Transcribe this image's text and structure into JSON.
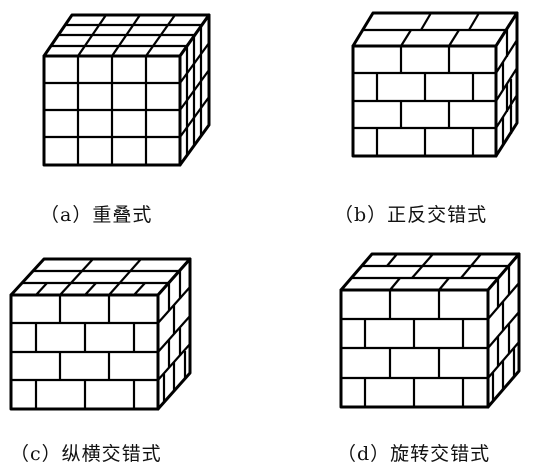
{
  "figures": [
    {
      "id": "a",
      "caption": "（a）重叠式",
      "pattern": "stacked"
    },
    {
      "id": "b",
      "caption": "（b）正反交错式",
      "pattern": "forward-reverse-staggered"
    },
    {
      "id": "c",
      "caption": "（c）纵横交错式",
      "pattern": "crisscross"
    },
    {
      "id": "d",
      "caption": "（d）旋转交错式",
      "pattern": "rotating-staggered"
    }
  ]
}
